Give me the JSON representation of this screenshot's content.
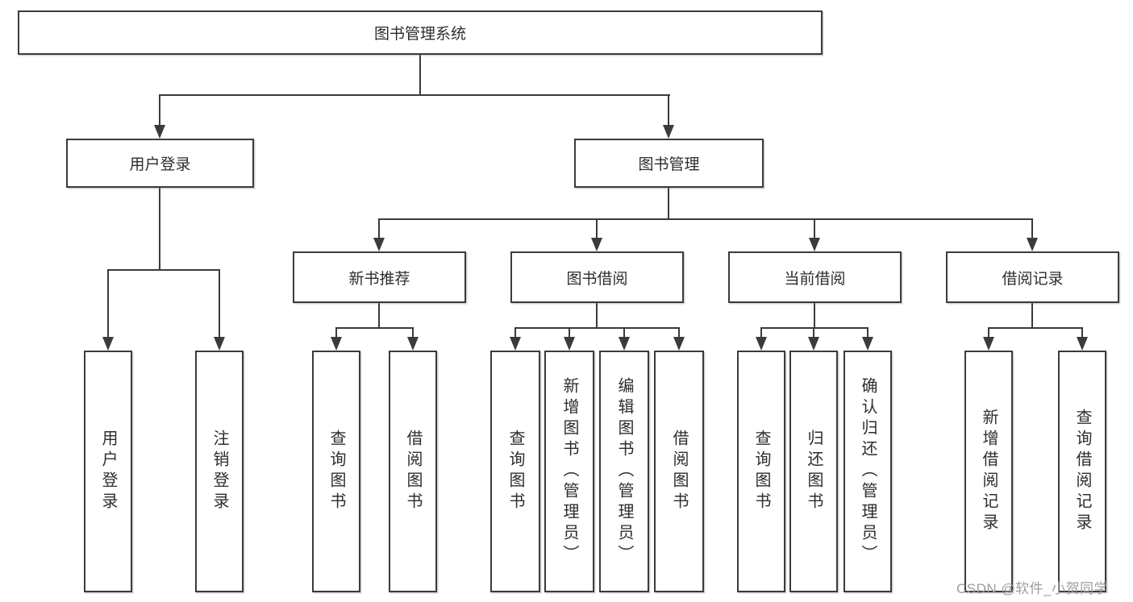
{
  "colors": {
    "line": "#3b3b3b",
    "text": "#2d2d2d",
    "watermark": "#9e9e9e",
    "background": "#ffffff"
  },
  "nodes": {
    "root": {
      "label": "图书管理系统"
    },
    "level2": {
      "user_login": {
        "label": "用户登录"
      },
      "book_management": {
        "label": "图书管理"
      }
    },
    "level3": {
      "new_book_recommend": {
        "label": "新书推荐"
      },
      "book_borrow": {
        "label": "图书借阅"
      },
      "current_borrow": {
        "label": "当前借阅"
      },
      "borrow_records": {
        "label": "借阅记录"
      }
    },
    "leaves": {
      "user_login": {
        "label": "用户登录"
      },
      "logout": {
        "label": "注销登录"
      },
      "query_books_recommend": {
        "label": "查询图书"
      },
      "borrow_books_recommend": {
        "label": "借阅图书"
      },
      "query_books_borrow": {
        "label": "查询图书"
      },
      "add_books_admin": {
        "label": "新增图书（管理员）"
      },
      "edit_books_admin": {
        "label": "编辑图书（管理员）"
      },
      "borrow_books_again": {
        "label": "借阅图书"
      },
      "query_books_current": {
        "label": "查询图书"
      },
      "return_books": {
        "label": "归还图书"
      },
      "confirm_return_admin": {
        "label": "确认归还（管理员）"
      },
      "add_borrow_record": {
        "label": "新增借阅记录"
      },
      "query_borrow_record": {
        "label": "查询借阅记录"
      }
    }
  },
  "watermark": {
    "text": "CSDN @软件_小贺同学"
  }
}
